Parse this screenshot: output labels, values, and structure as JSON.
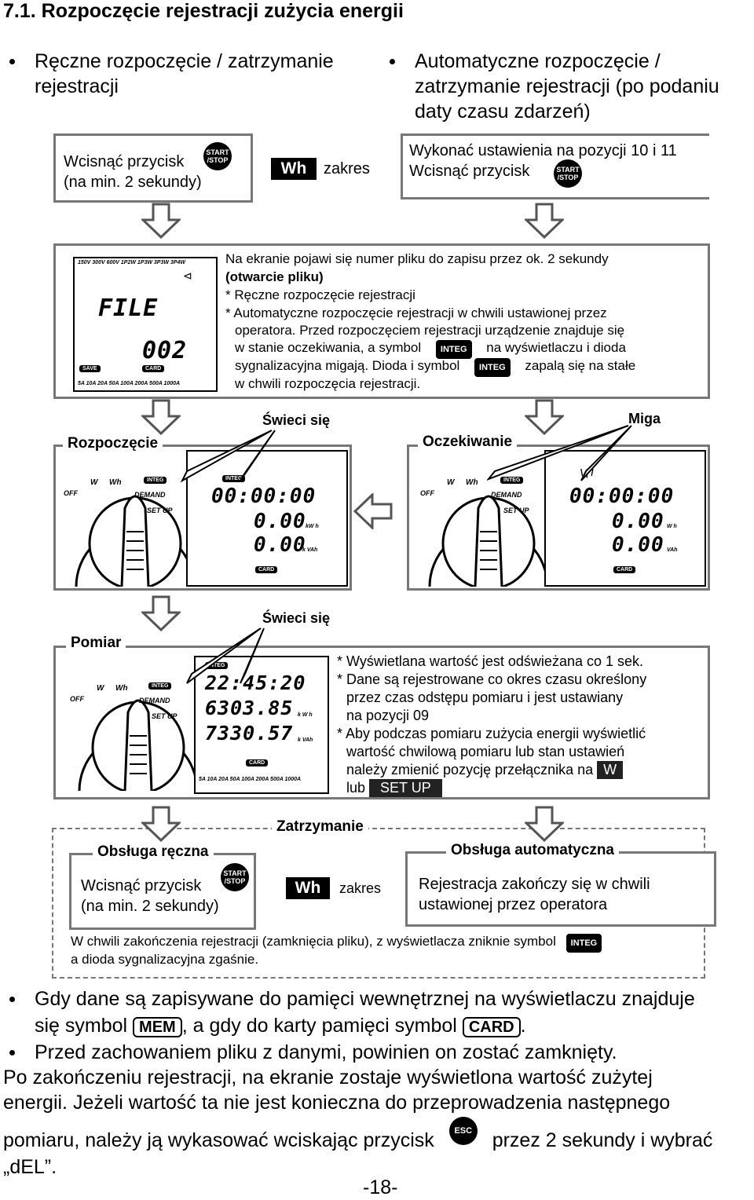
{
  "title": "7.1. Rozpoczęcie rejestracji zużycia energii",
  "top_bullets": [
    "Ręczne rozpoczęcie / zatrzymanie rejestracji",
    "Automatyczne rozpoczęcie / zatrzymanie rejestracji (po podaniu daty czasu zdarzeń)"
  ],
  "step1": {
    "manual_line1": "Wcisnąć przycisk",
    "manual_line2": "(na min. 2 sekundy)",
    "wh": "Wh",
    "zakres": "zakres",
    "auto_line1": "Wykonać ustawienia na pozycji 10 i 11",
    "auto_line2": "Wcisnąć przycisk",
    "start_stop": "START /STOP"
  },
  "file_panel": {
    "lcd_file": "FILE",
    "lcd_num": "002",
    "top_scale": "150V 300V 600V   1P2W 1P3W 3P3W 3P4W",
    "bottom_scale": "5A 10A 20A 50A 100A 200A 500A 1000A",
    "save": "SAVE",
    "card": "CARD",
    "text1": "Na ekranie pojawi się numer pliku do zapisu przez ok. 2 sekundy",
    "text2": "(otwarcie pliku)",
    "text3": "* Ręczne rozpoczęcie rejestracji",
    "text4": "* Automatyczne rozpoczęcie rejestracji w chwili ustawionej przez",
    "text5": "operatora. Przed rozpoczęciem rejestracji urządzenie znajduje się",
    "text6a": "w stanie oczekiwania, a symbol",
    "text6b": "na wyświetlaczu i dioda",
    "text7a": "sygnalizacyjna migają. Dioda i symbol",
    "text7b": "zapalą się na stałe",
    "text8": "w chwili rozpoczęcia rejestracji.",
    "integ": "INTEG"
  },
  "start_panel": {
    "label": "Rozpoczęcie",
    "swieci": "Świeci się",
    "lcd1": "00:00:00",
    "lcd2": "0.00",
    "lcd3": "0.00",
    "unit2": "kW h",
    "unit3": "k VAh"
  },
  "wait_panel": {
    "label": "Oczekiwanie",
    "miga": "Miga",
    "lcd1": "00:00:00",
    "lcd2": "0.00",
    "lcd3": "0.00",
    "unit2": "W h",
    "unit3": "VAh"
  },
  "dial": {
    "off": "OFF",
    "w": "W",
    "wh": "Wh",
    "integ": "INTEG",
    "demand": "DEMAND",
    "setup": "SET UP"
  },
  "measure_panel": {
    "label": "Pomiar",
    "swieci": "Świeci się",
    "lcd1": "22:45:20",
    "lcd2": "6303.85",
    "lcd3": "7330.57",
    "unit2": "k W h",
    "unit3": "k VAh",
    "n1": "* Wyświetlana wartość jest odświeżana co 1 sek.",
    "n2": "* Dane są rejestrowane co okres czasu określony",
    "n3": "przez czas odstępu pomiaru i jest ustawiany",
    "n4": "na pozycji 09",
    "n5": "* Aby podczas pomiaru zużycia energii wyświetlić",
    "n6": "wartość chwilową pomiaru lub stan ustawień",
    "n7": "należy zmienić pozycję przełącznika na",
    "n7w": "W",
    "n8": "lub",
    "n8s": "SET UP"
  },
  "stop_panel": {
    "label": "Zatrzymanie",
    "manual_label": "Obsługa ręczna",
    "manual_line1": "Wcisnąć przycisk",
    "manual_line2": "(na min. 2 sekundy)",
    "wh": "Wh",
    "zakres": "zakres",
    "auto_label": "Obsługa automatyczna",
    "auto_line1": "Rejestracja zakończy się w chwili",
    "auto_line2": "ustawionej przez operatora",
    "footer1": "W chwili zakończenia rejestracji (zamknięcia pliku), z wyświetlacza zniknie symbol",
    "footer2": "a dioda sygnalizacyjna zgaśnie.",
    "integ": "INTEG"
  },
  "bottom": {
    "b1a": "Gdy dane są zapisywane do pamięci wewnętrznej na wyświetlaczu znajduje",
    "b1b": "się symbol",
    "mem": "MEM",
    "b1c": ", a gdy do karty pamięci symbol",
    "card": "CARD",
    "b1d": ".",
    "b2": "Przed zachowaniem pliku z danymi, powinien on zostać zamknięty.",
    "p1": "Po zakończeniu rejestracji, na ekranie zostaje wyświetlona wartość zużytej",
    "p2": "energii. Jeżeli wartość ta nie jest konieczna do przeprowadzenia następnego",
    "p3a": "pomiaru, należy ją wykasować wciskając przycisk",
    "esc": "ESC",
    "p3b": "przez 2 sekundy i wybrać",
    "p4": "„dEL”.",
    "page": "-18-"
  }
}
